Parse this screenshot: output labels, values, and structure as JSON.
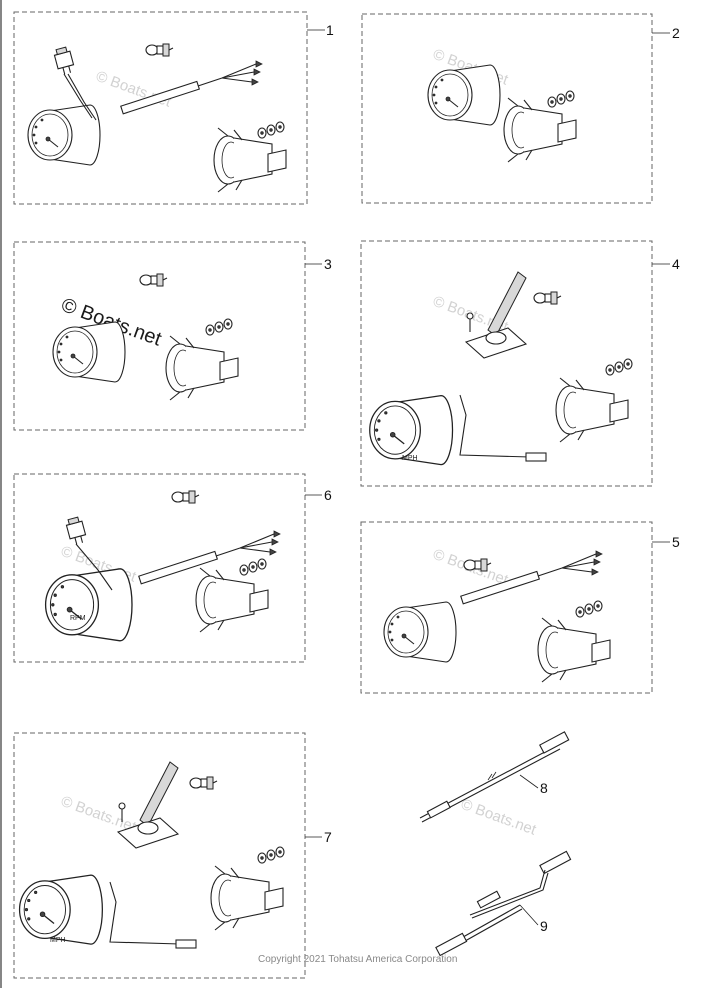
{
  "callouts": [
    "1",
    "2",
    "3",
    "4",
    "5",
    "6",
    "7",
    "8",
    "9"
  ],
  "watermark": {
    "text": "© Boats.net"
  },
  "gauge_labels": {
    "mph": "MPH",
    "rpm": "RPM"
  },
  "footer": {
    "copyright": "Copyright 2021 Tohatsu America Corporation"
  }
}
